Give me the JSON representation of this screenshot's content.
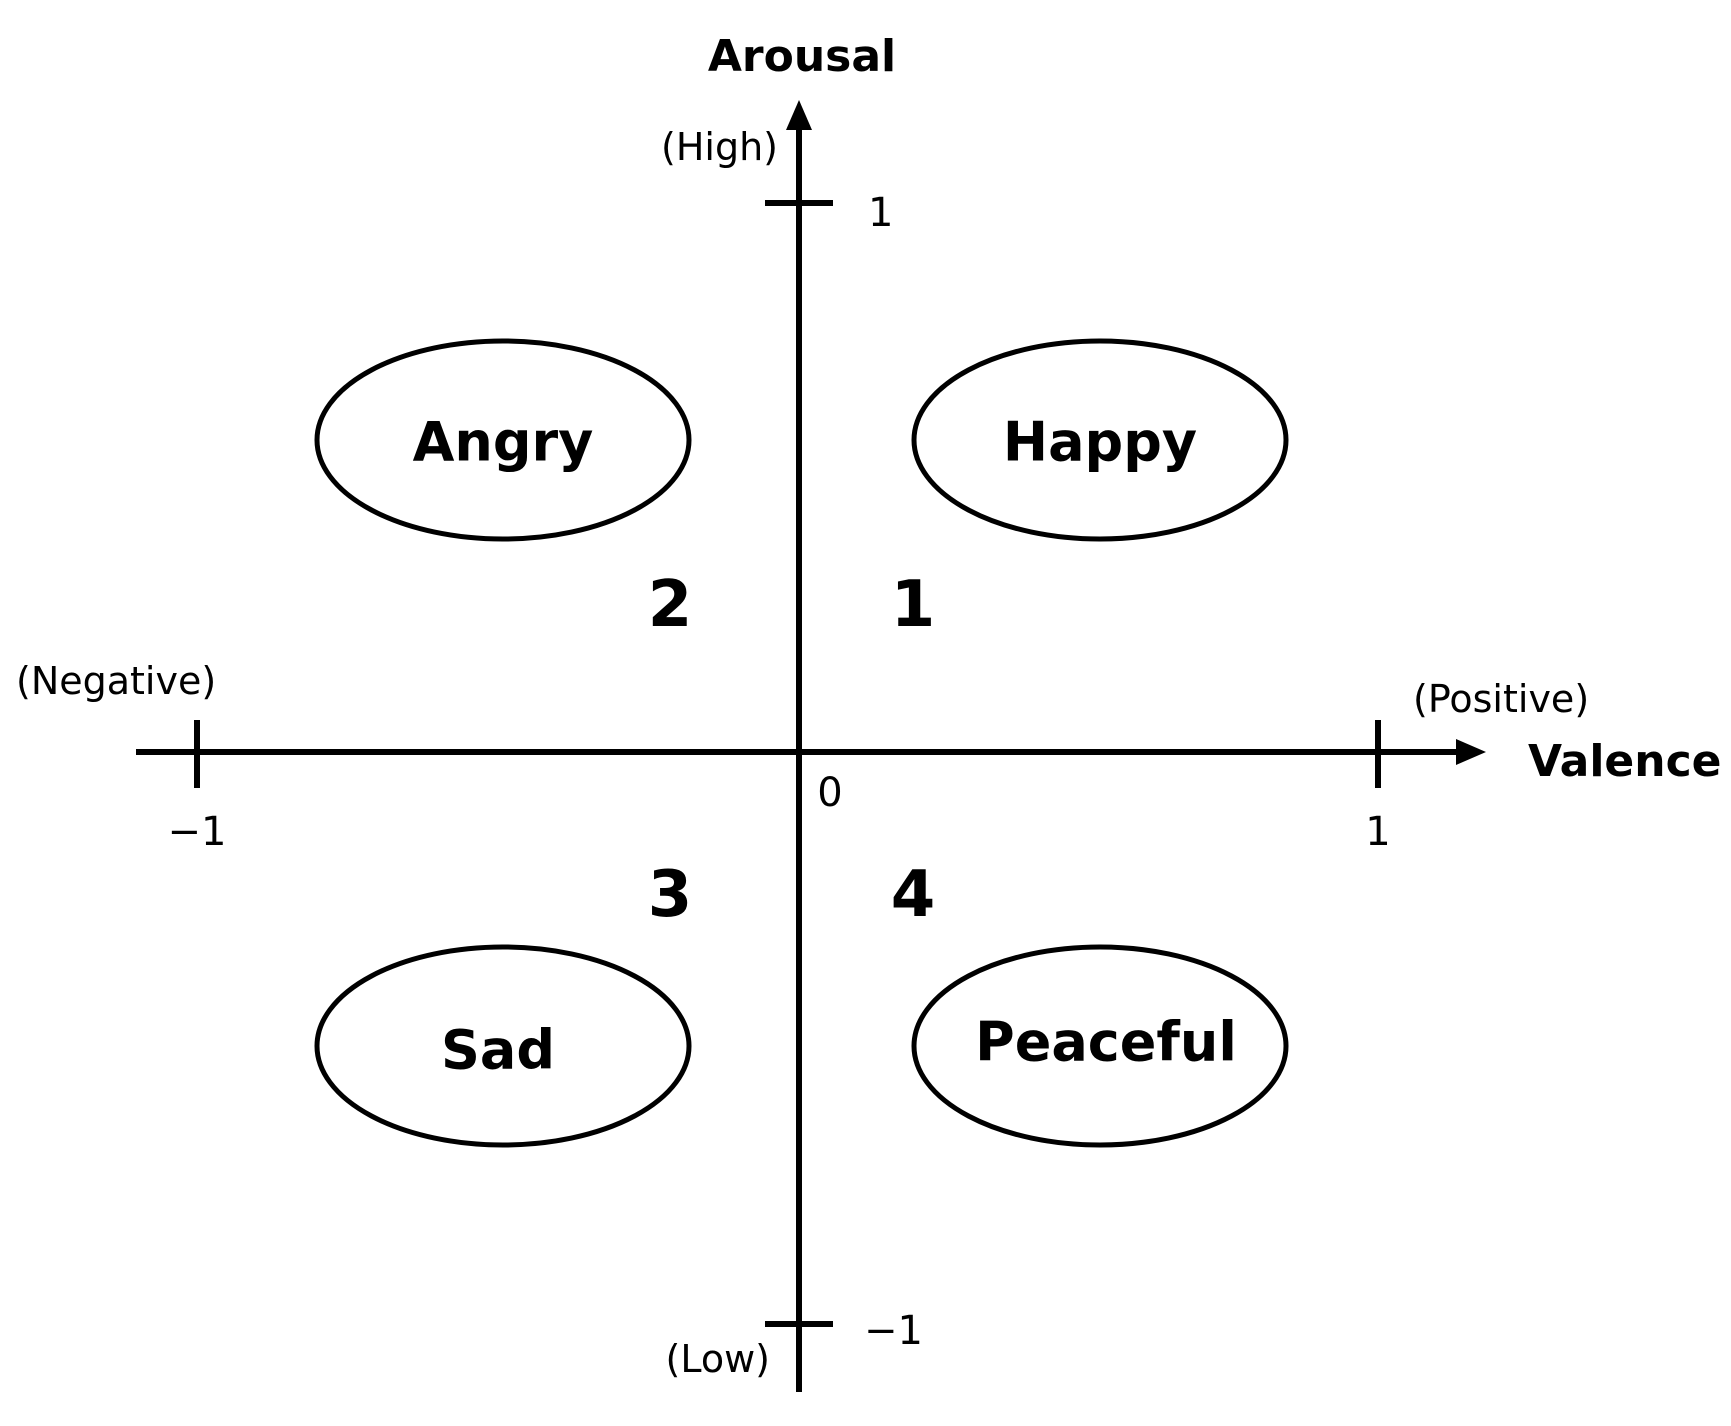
{
  "axes": {
    "vertical": {
      "title": "Arousal",
      "high_hint": "(High)",
      "low_hint": "(Low)",
      "top_tick": "1",
      "bottom_tick": "−1"
    },
    "horizontal": {
      "title": "Valence",
      "negative_hint": "(Negative)",
      "positive_hint": "(Positive)",
      "left_tick": "−1",
      "right_tick": "1"
    },
    "origin": "0"
  },
  "emotions": {
    "happy": "Happy",
    "angry": "Angry",
    "sad": "Sad",
    "peaceful": "Peaceful"
  },
  "quadrants": {
    "q1": "1",
    "q2": "2",
    "q3": "3",
    "q4": "4"
  }
}
